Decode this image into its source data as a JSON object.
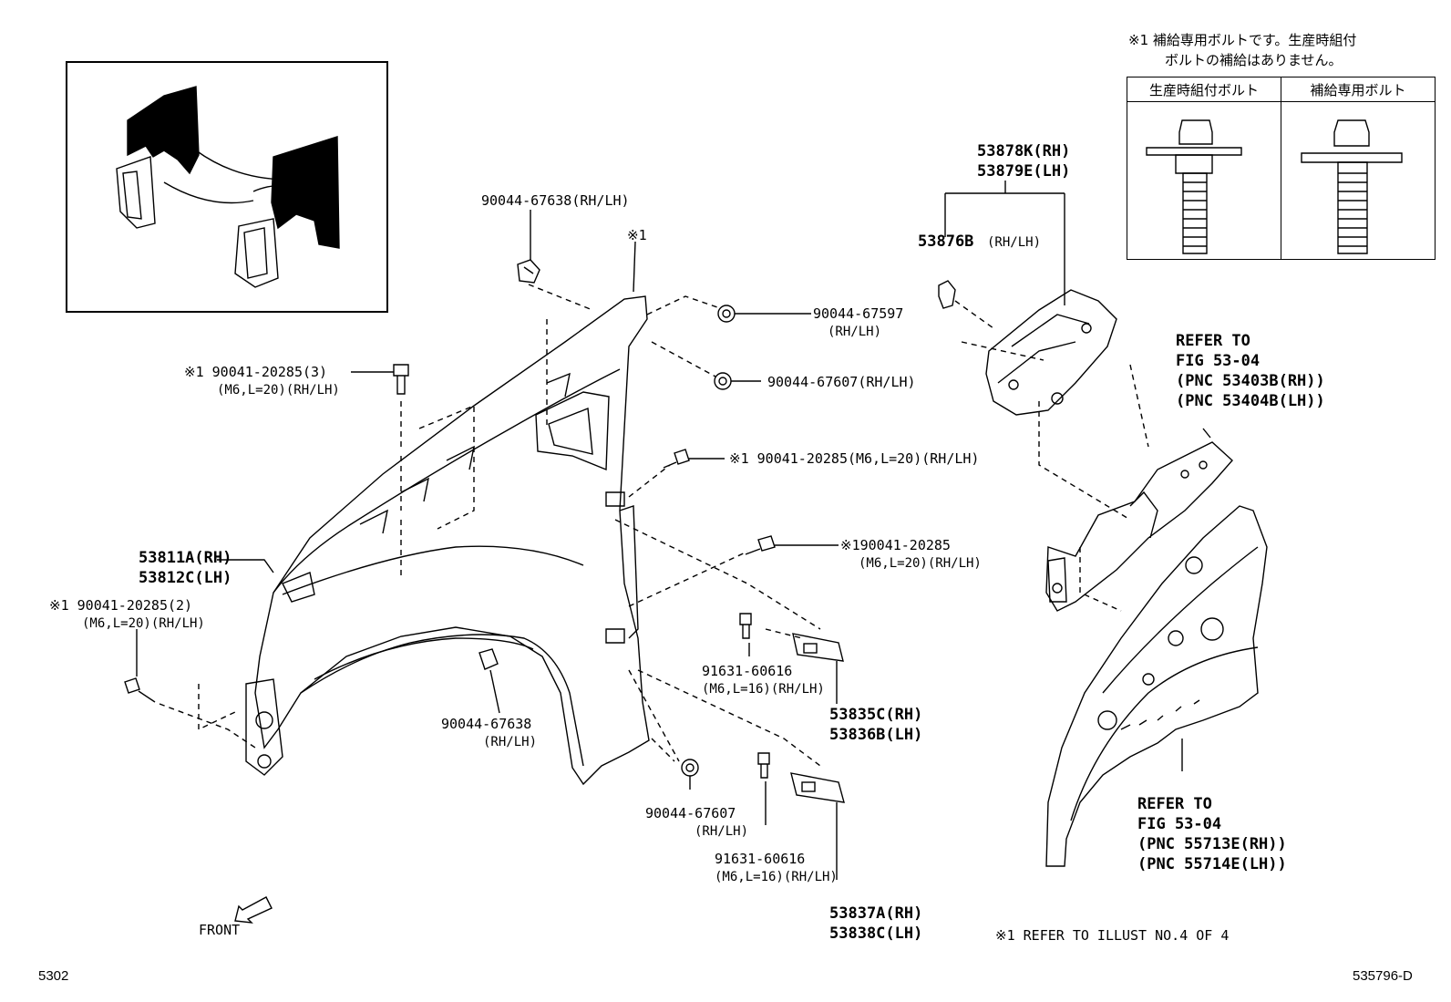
{
  "notes": {
    "footnote_line1": "※1 補給専用ボルトです。生産時組付",
    "footnote_line2": "ボルトの補給はありません。",
    "table_header_left": "生産時組付ボルト",
    "table_header_right": "補給専用ボルト",
    "refer_illust": "※1 REFER TO ILLUST NO.4 OF 4"
  },
  "labels": {
    "p90044_67638_top": "90044-67638(RH/LH)",
    "mark_x1": "※1",
    "p90044_67597": "90044-67597",
    "p90044_67597_side": "(RH/LH)",
    "p90044_67607_mid": "90044-67607(RH/LH)",
    "p90041_bolt3_line1": "※1 90041-20285(3)",
    "p90041_bolt3_line2": "(M6,L=20)(RH/LH)",
    "p90041_mid_line1": "※1 90041-20285(M6,L=20)(RH/LH)",
    "p90041_lower_line1": "※190041-20285",
    "p90041_lower_line2": "(M6,L=20)(RH/LH)",
    "p53811a": "53811A(RH)",
    "p53812c": "53812C(LH)",
    "p90041_bolt2_line1": "※1 90041-20285(2)",
    "p90041_bolt2_line2": "(M6,L=20)(RH/LH)",
    "p90044_67638_low": "90044-67638",
    "p90044_67638_low_side": "(RH/LH)",
    "p91631_upper": "91631-60616",
    "p91631_upper_side": "(M6,L=16)(RH/LH)",
    "p53835c": "53835C(RH)",
    "p53836b": "53836B(LH)",
    "p90044_67607_low": "90044-67607",
    "p90044_67607_low_side": "(RH/LH)",
    "p91631_lower": "91631-60616",
    "p91631_lower_side": "(M6,L=16)(RH/LH)",
    "p53837a": "53837A(RH)",
    "p53838c": "53838C(LH)",
    "p53878k": "53878K(RH)",
    "p53879e": "53879E(LH)",
    "p53876b": "53876B",
    "p53876b_side": "(RH/LH)",
    "refer1_l1": "REFER TO",
    "refer1_l2": "FIG 53-04",
    "refer1_l3": "(PNC 53403B(RH))",
    "refer1_l4": "(PNC 53404B(LH))",
    "refer2_l1": "REFER TO",
    "refer2_l2": "FIG 53-04",
    "refer2_l3": "(PNC 55713E(RH))",
    "refer2_l4": "(PNC 55714E(LH))",
    "front": "FRONT",
    "page_code": "5302",
    "illust_code": "535796-D"
  }
}
